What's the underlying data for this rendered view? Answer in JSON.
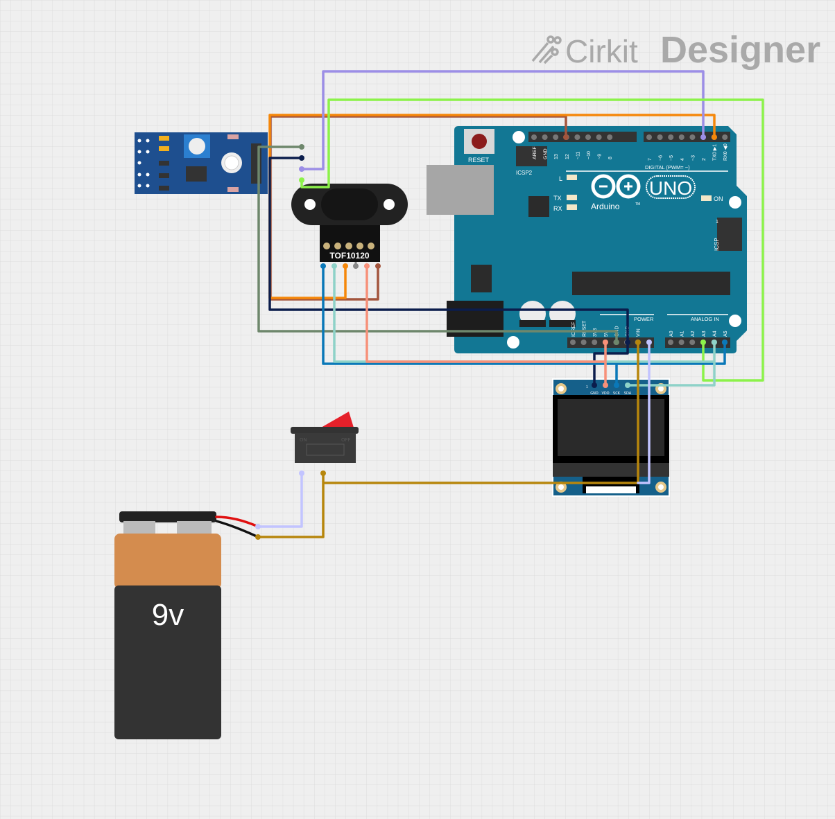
{
  "brand": {
    "name_part1": "Cirkit",
    "name_part2": "Designer"
  },
  "arduino": {
    "reset_label": "RESET",
    "icsp2_label": "ICSP2",
    "icsp_label": "ICSP",
    "icsp_pin1": "1",
    "logo_text": "Arduino",
    "model": "UNO",
    "tm": "TM",
    "led_l": "L",
    "led_tx": "TX",
    "led_rx": "RX",
    "led_on": "ON",
    "digital_label": "DIGITAL (PWM= ~)",
    "power_label": "POWER",
    "analog_label": "ANALOG IN",
    "digital_pins_left": [
      "AREF",
      "GND",
      "13",
      "12",
      "~11",
      "~10",
      "~9",
      "8"
    ],
    "digital_pins_right": [
      "7",
      "~6",
      "~5",
      "4",
      "~3",
      "2",
      "TX0 ▶1",
      "RX0 ◀0"
    ],
    "power_pins": [
      "IOREF",
      "RESET",
      "3V3",
      "5V",
      "GND",
      "GND",
      "VIN"
    ],
    "analog_pins": [
      "A0",
      "A1",
      "A2",
      "A3",
      "A4",
      "A5"
    ]
  },
  "tof_sensor": {
    "label": "TOF10120"
  },
  "oled": {
    "pin1_marker": "1",
    "pins": [
      "GND",
      "VDD",
      "SCK",
      "SDA"
    ]
  },
  "switch": {
    "on_label": "ON",
    "off_label": "OFF"
  },
  "battery": {
    "label": "9v"
  },
  "wire_colors": {
    "purple": "#9c8ee6",
    "lime": "#8cf24a",
    "orange": "#f5870a",
    "brown": "#a3553d",
    "sage": "#6e876c",
    "navy": "#0b1d4c",
    "blue": "#0a78b8",
    "teal": "#8ed2c8",
    "salmon": "#f79079",
    "gold": "#b7860c",
    "lavender": "#c2c4ff",
    "gray": "#888888"
  }
}
